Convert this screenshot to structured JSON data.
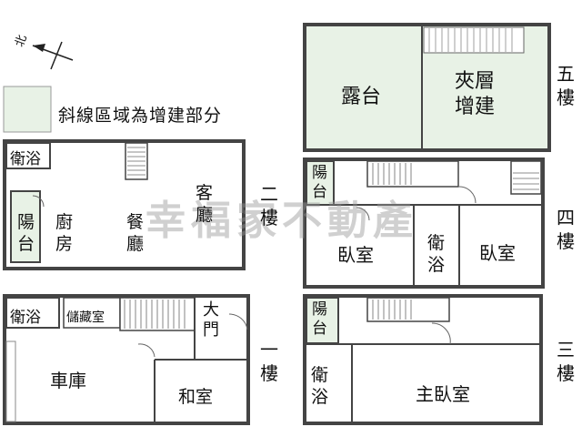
{
  "compass": {
    "label": "北"
  },
  "legend": {
    "text": "斜線區域為增建部分",
    "color": "#e8f2e6"
  },
  "watermark": "幸福家不動產",
  "floor_labels": {
    "f1": "一樓",
    "f2": "二樓",
    "f3": "三樓",
    "f4": "四樓",
    "f5": "五樓"
  },
  "rooms": {
    "f2_bath": "衛浴",
    "f2_balcony": "陽台",
    "f2_kitchen": "廚房",
    "f2_dining": "餐廳",
    "f2_living": "客廳",
    "f1_bath": "衛浴",
    "f1_storage": "儲藏室",
    "f1_door": "大門",
    "f1_garage": "車庫",
    "f1_tatami": "和室",
    "f5_terrace": "露台",
    "f5_mezz": "夾層增建",
    "f4_balcony": "陽台",
    "f4_bed1": "臥室",
    "f4_bath": "衛浴",
    "f4_bed2": "臥室",
    "f3_balcony": "陽台",
    "f3_bath": "衛浴",
    "f3_master": "主臥室"
  }
}
